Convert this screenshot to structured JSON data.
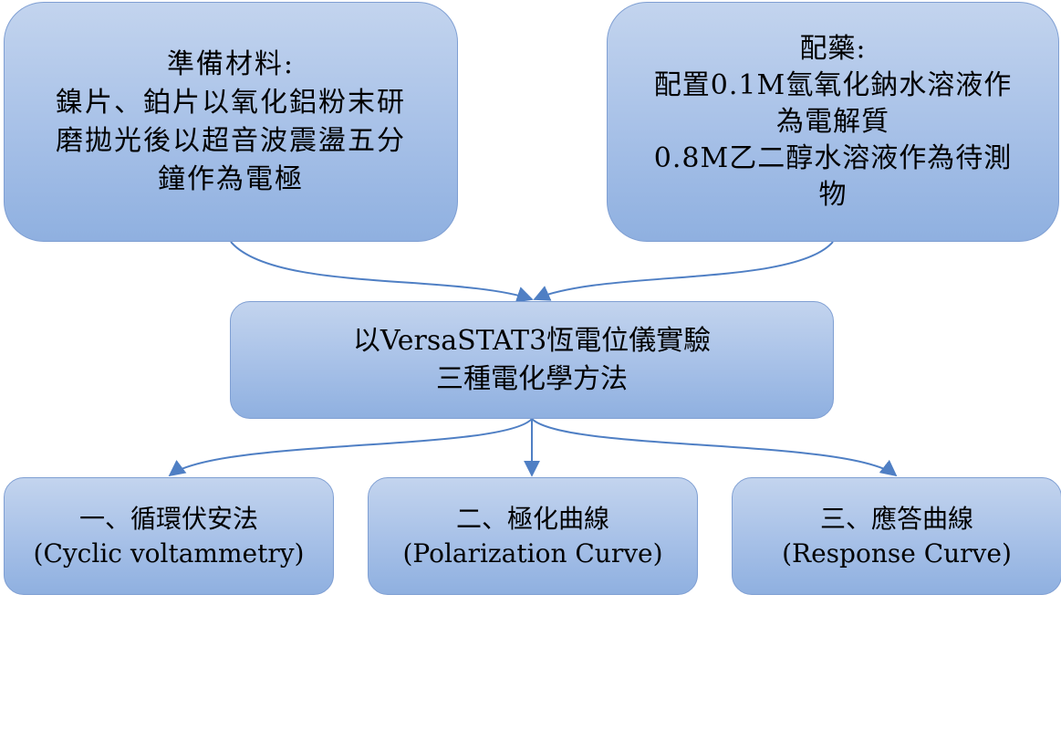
{
  "colors": {
    "box_fill_top": "#c3d4ee",
    "box_fill_bottom": "#8fb0e0",
    "box_border": "#7f9fd3",
    "connector": "#4f7fc4"
  },
  "materials": {
    "lines": [
      "準備材料:",
      "鎳片、鉑片以氧化鋁粉末研",
      "磨拋光後以超音波震盪五分",
      "鐘作為電極"
    ]
  },
  "medicine": {
    "lines": [
      "配藥:",
      "配置0.1M氫氧化鈉水溶液作",
      "為電解質",
      "0.8M乙二醇水溶液作為待測",
      "物"
    ]
  },
  "versastat": {
    "lines": [
      "以VersaSTAT3恆電位儀實驗",
      "三種電化學方法"
    ]
  },
  "methods": [
    {
      "title": "一、循環伏安法",
      "english": "(Cyclic voltammetry)"
    },
    {
      "title": "二、極化曲線",
      "english": "(Polarization Curve)"
    },
    {
      "title": "三、應答曲線",
      "english": "(Response Curve)"
    }
  ]
}
